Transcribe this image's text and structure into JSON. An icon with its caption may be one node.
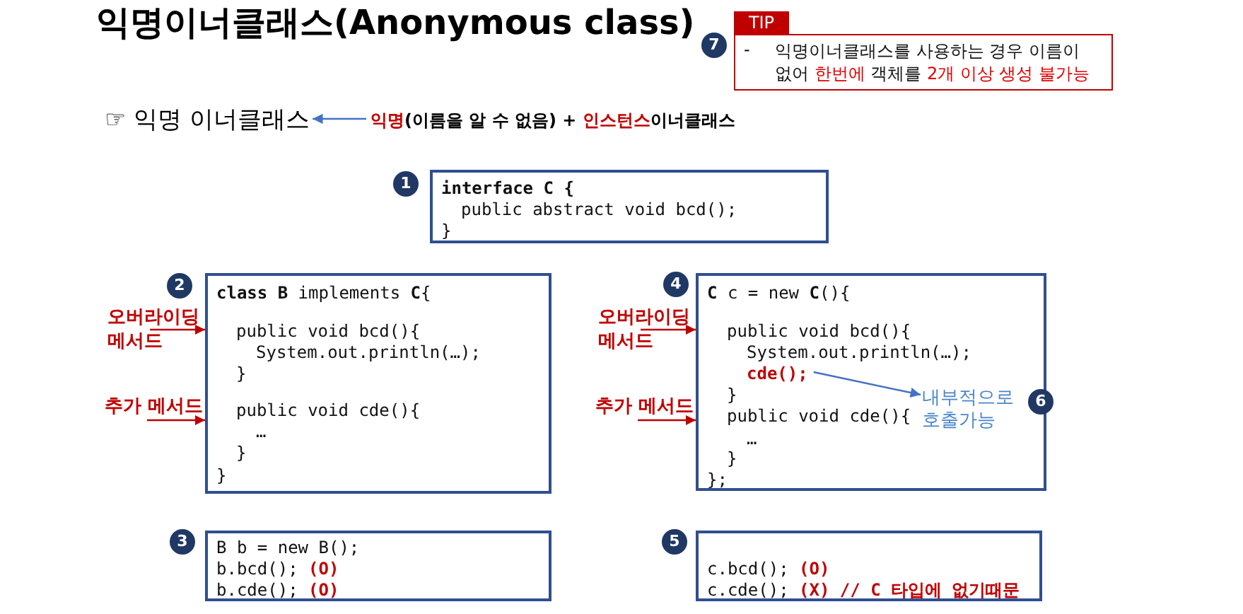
{
  "diagram": {
    "title": "익명이너클래스(Anonymous class)",
    "nodes": [
      {
        "text": [
          "TIP",
          "-",
          "익명이너클래스를 사용하는 경우 이름이 없어",
          "한번에",
          "객체를",
          "2개 이상 생성 불가능"
        ]
      },
      {
        "text": [
          "☞ 익명 이너클래스"
        ]
      },
      {
        "text": [
          "익명",
          "(이름을 알 수 없음) +",
          "인스턴스",
          "이너클래스"
        ]
      },
      {
        "text": [
          "**interface C** {",
          "public abstract void bcd();",
          "}"
        ]
      },
      {
        "text": [
          "**class B** implements **C**{",
          "public void bcd(){",
          "System.out.println(…);",
          "}",
          "public void cde(){",
          "…",
          "}",
          "}"
        ]
      },
      {
        "text": [
          "오버라이딩 메서드"
        ]
      },
      {
        "text": [
          "추가 메서드"
        ]
      },
      {
        "text": [
          "**C** c = new **C**(){",
          "public void bcd(){",
          "System.out.println(…);",
          "}",
          "public void cde(){",
          "…",
          "}",
          "};"
        ]
      },
      {
        "text": [
          "오버라이딩 메서드"
        ]
      },
      {
        "text": [
          "추가 메서드"
        ]
      },
      {
        "text": [
          "내부적으로 호출가능"
        ],
        "in": 7
      },
      {
        "text": [
          "B b = new B();",
          "b.bcd();",
          "(O)",
          "b.cde();",
          "(O)"
        ]
      },
      {
        "text": [
          "c.bcd();",
          "(O)",
          "c.cde();",
          "(X) // C 타입에 없기때문"
        ]
      },
      {
        "text": [
          "cde();"
        ],
        "in": 7
      }
    ],
    "edges": [
      {
        "from": 2,
        "to": 1,
        "arrow": "to",
        "color": "#4472c4"
      },
      {
        "from": 5,
        "to": 4,
        "arrow": "to"
      },
      {
        "from": 6,
        "to": 4,
        "arrow": "to"
      },
      {
        "from": 8,
        "to": 7,
        "arrow": "to"
      },
      {
        "from": 9,
        "to": 7,
        "arrow": "to"
      },
      {
        "from": 13,
        "to": 10,
        "arrow": "to",
        "color": "#4472c4"
      }
    ],
    "labels": [
      "7",
      "1",
      "2",
      "4",
      "6",
      "3",
      "5"
    ]
  }
}
